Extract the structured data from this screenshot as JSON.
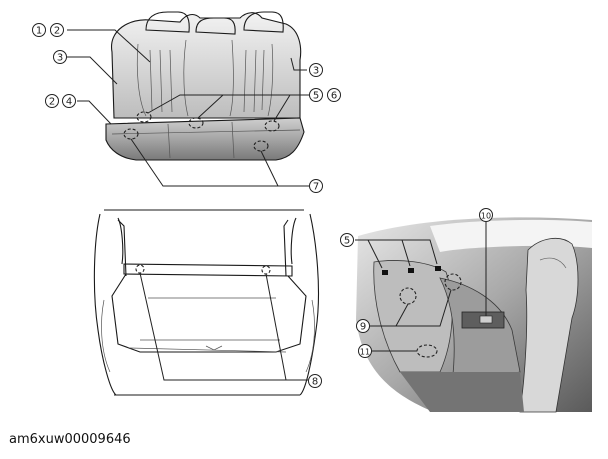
{
  "figure_id": "am6xuw00009646",
  "callouts": {
    "c1": "1",
    "c2a": "2",
    "c3a": "3",
    "c3b": "3",
    "c2b": "2",
    "c4": "4",
    "c5a": "5",
    "c6": "6",
    "c7": "7",
    "c8": "8",
    "c10": "10",
    "c5b": "5",
    "c9": "9",
    "c11": "11"
  }
}
